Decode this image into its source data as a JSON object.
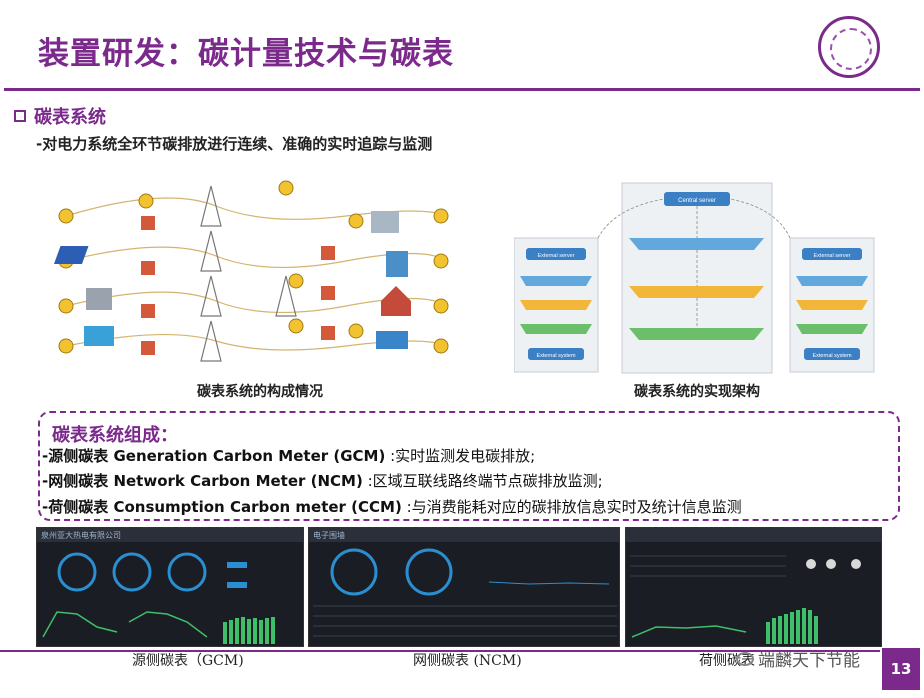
{
  "slide": {
    "title": "装置研发：碳计量技术与碳表",
    "section_heading": "碳表系统",
    "subtitle": "-对电力系统全环节碳排放进行连续、准确的实时追踪与监测",
    "figure_left_caption": "碳表系统的构成情况",
    "figure_right_caption": "碳表系统的实现架构",
    "architecture_labels": {
      "central_server": "Central server",
      "external_server_left": "External server",
      "external_server_right": "External server",
      "external_system_left": "External system",
      "external_system_right": "External system"
    },
    "composition": {
      "heading": "碳表系统组成：",
      "items": [
        {
          "prefix": "-源侧碳表 ",
          "name": "Generation Carbon Meter (GCM)",
          "desc": " :实时监测发电碳排放;"
        },
        {
          "prefix": "-网侧碳表 ",
          "name": "Network Carbon Meter (NCM)",
          "desc": " :区域互联线路终端节点碳排放监测;"
        },
        {
          "prefix": "-荷侧碳表 ",
          "name": "Consumption Carbon meter (CCM)",
          "desc": " :与消费能耗对应的碳排放信息实时及统计信息监测"
        }
      ]
    },
    "screens": [
      {
        "caption": "源侧碳表（GCM)",
        "header": "泉州亚大热电有限公司"
      },
      {
        "caption": "网侧碳表 (NCM)",
        "header": "电子围墙"
      },
      {
        "caption": "荷侧碳表",
        "header": ""
      }
    ],
    "page_number": "13",
    "watermark": "端麟天下节能"
  },
  "colors": {
    "accent": "#7b2a8c",
    "screen_bg": "#1a1d24"
  },
  "icons": {
    "bullet": "square-bullet-icon",
    "seal": "university-seal-icon",
    "watermark": "wechat-icon"
  }
}
